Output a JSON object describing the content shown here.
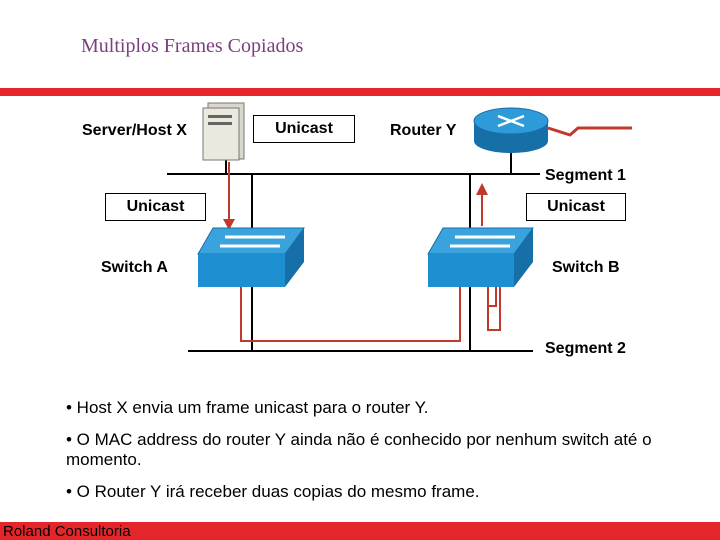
{
  "title": "Multiplos Frames Copiados",
  "diagram": {
    "server_label": "Server/Host X",
    "router_label": "Router Y",
    "segment1_label": "Segment 1",
    "segment2_label": "Segment 2",
    "switch_a_label": "Switch A",
    "switch_b_label": "Switch B",
    "unicast_top": "Unicast",
    "unicast_left": "Unicast",
    "unicast_right": "Unicast"
  },
  "bullets": [
    "• Host X envia um frame unicast para o router Y.",
    "• O MAC address do router Y ainda não é conhecido por nenhum switch até o momento.",
    "• O Router Y irá receber duas copias do mesmo frame."
  ],
  "footer": "Roland Consultoria",
  "colors": {
    "accent_red": "#e4262a",
    "title_purple": "#7b3f7e",
    "device_blue": "#1e8fd0",
    "path_red": "#c0392b"
  }
}
